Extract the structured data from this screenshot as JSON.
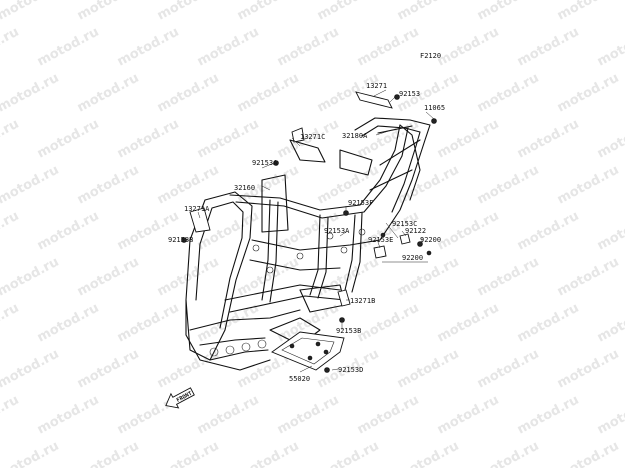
{
  "diagram": {
    "code": "F2120",
    "watermark": "motod.ru",
    "front_arrow_label": "FRONT",
    "labels": {
      "p13271": "13271",
      "p92153_top": "92153",
      "p11065": "11065",
      "p32180A": "32180A",
      "p13271C": "13271C",
      "p92153A_upper": "92153A",
      "p32160": "32160",
      "p13271A": "13271A",
      "p92153B_left": "92153B",
      "p92153F": "92153F",
      "p92153C": "92153C",
      "p92122": "92122",
      "p92200_right": "92200",
      "p92153A_mid": "92153A",
      "p92153E": "92153E",
      "p92200_bottom": "92200",
      "p13271B": "13271B",
      "p92153B_lower": "92153B",
      "p55020": "55020",
      "p92153D": "92153D"
    }
  }
}
